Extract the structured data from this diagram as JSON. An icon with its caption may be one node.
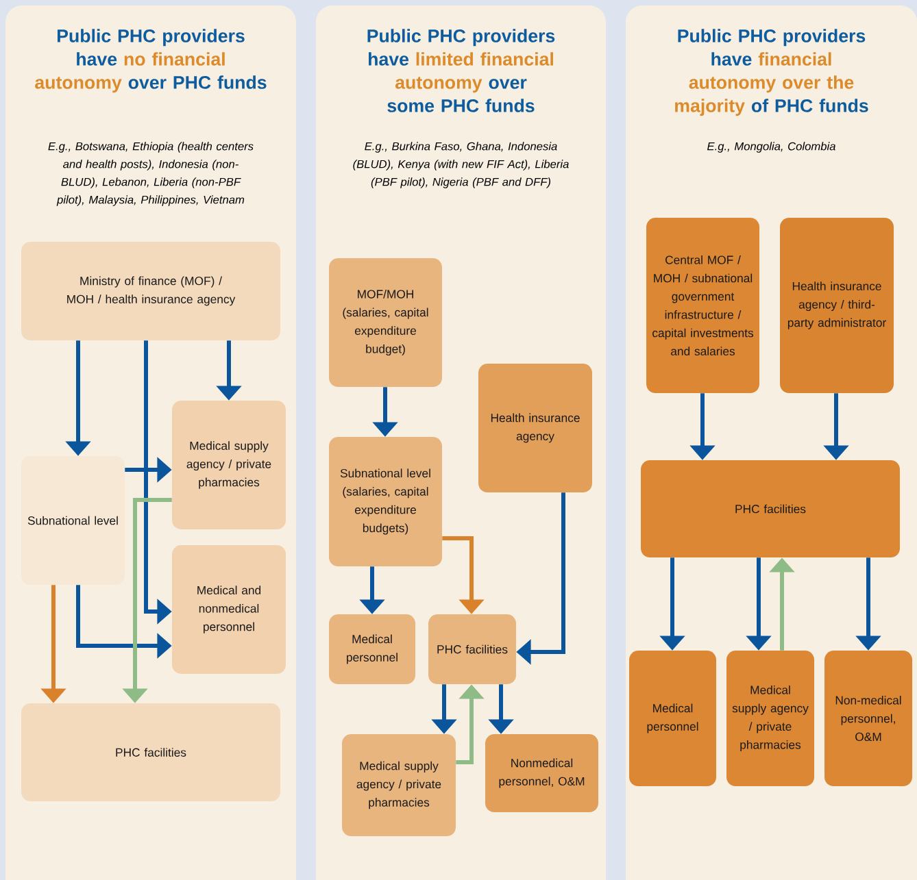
{
  "diagram": {
    "nodes": [
      {
        "text": [
          "Public PHC providers have",
          "no financial autonomy",
          "over PHC funds",
          "*E.g., Botswana, Ethiopia (health centers and health posts), Indonesia (non-BLUD), Lebanon, Liberia (non-PBF pilot), Malaysia, Philippines, Vietnam*"
        ]
      },
      {
        "text": [
          "Ministry of finance (MOF) / MOH / health insurance agency"
        ],
        "in": 0
      },
      {
        "text": [
          "Medical supply agency / private pharmacies"
        ],
        "in": 0
      },
      {
        "text": [
          "Subnational level"
        ],
        "in": 0
      },
      {
        "text": [
          "Medical and nonmedical personnel"
        ],
        "in": 0
      },
      {
        "text": [
          "PHC facilities"
        ],
        "in": 0
      },
      {
        "text": [
          "Public PHC providers have",
          "limited financial autonomy",
          "over some PHC funds",
          "*E.g., Burkina Faso, Ghana, Indonesia (BLUD), Kenya (with new FIF Act), Liberia (PBF pilot), Nigeria (PBF and DFF)*"
        ]
      },
      {
        "text": [
          "MOF/MOH (salaries, capital expenditure budget)"
        ],
        "in": 6
      },
      {
        "text": [
          "Health insurance agency"
        ],
        "in": 6
      },
      {
        "text": [
          "Subnational level (salaries, capital expenditure budgets)"
        ],
        "in": 6
      },
      {
        "text": [
          "Medical personnel"
        ],
        "in": 6
      },
      {
        "text": [
          "PHC facilities"
        ],
        "in": 6
      },
      {
        "text": [
          "Medical supply agency / private pharmacies"
        ],
        "in": 6
      },
      {
        "text": [
          "Nonmedical personnel, O&M"
        ],
        "in": 6
      },
      {
        "text": [
          "Public PHC providers have",
          "financial autonomy over the majority",
          "of PHC funds",
          "*E.g., Mongolia, Colombia*"
        ]
      },
      {
        "text": [
          "Central MOF / MOH / subnational government infrastructure / capital investments and salaries"
        ],
        "in": 14
      },
      {
        "text": [
          "Health insurance agency / third-party administrator"
        ],
        "in": 14
      },
      {
        "text": [
          "PHC facilities"
        ],
        "in": 14
      },
      {
        "text": [
          "Medical personnel"
        ],
        "in": 14
      },
      {
        "text": [
          "Medical supply agency / private pharmacies"
        ],
        "in": 14
      },
      {
        "text": [
          "Non-medical personnel, O&M"
        ],
        "in": 14
      }
    ],
    "edges": [
      {
        "from": 1,
        "to": 3,
        "arrow": "to"
      },
      {
        "from": 1,
        "to": 4,
        "arrow": "to"
      },
      {
        "from": 1,
        "to": 2,
        "arrow": "to"
      },
      {
        "from": 3,
        "to": 2,
        "arrow": "to"
      },
      {
        "from": 3,
        "to": 4,
        "arrow": "to"
      },
      {
        "from": 3,
        "to": 5,
        "arrow": "to",
        "color": "#d9822b"
      },
      {
        "from": 2,
        "to": 5,
        "arrow": "to",
        "color": "#8fbc86"
      },
      {
        "from": 7,
        "to": 9,
        "arrow": "to"
      },
      {
        "from": 9,
        "to": 10,
        "arrow": "to"
      },
      {
        "from": 9,
        "to": 11,
        "arrow": "to",
        "color": "#d9822b"
      },
      {
        "from": 8,
        "to": 11,
        "arrow": "to"
      },
      {
        "from": 11,
        "to": 12,
        "arrow": "to"
      },
      {
        "from": 11,
        "to": 13,
        "arrow": "to"
      },
      {
        "from": 12,
        "to": 11,
        "arrow": "to",
        "color": "#8fbc86"
      },
      {
        "from": 15,
        "to": 17,
        "arrow": "to"
      },
      {
        "from": 16,
        "to": 17,
        "arrow": "to"
      },
      {
        "from": 17,
        "to": 18,
        "arrow": "to"
      },
      {
        "from": 17,
        "to": 19,
        "arrow": "to"
      },
      {
        "from": 17,
        "to": 20,
        "arrow": "to"
      },
      {
        "from": 19,
        "to": 17,
        "arrow": "to",
        "color": "#8fbc86"
      }
    ]
  }
}
